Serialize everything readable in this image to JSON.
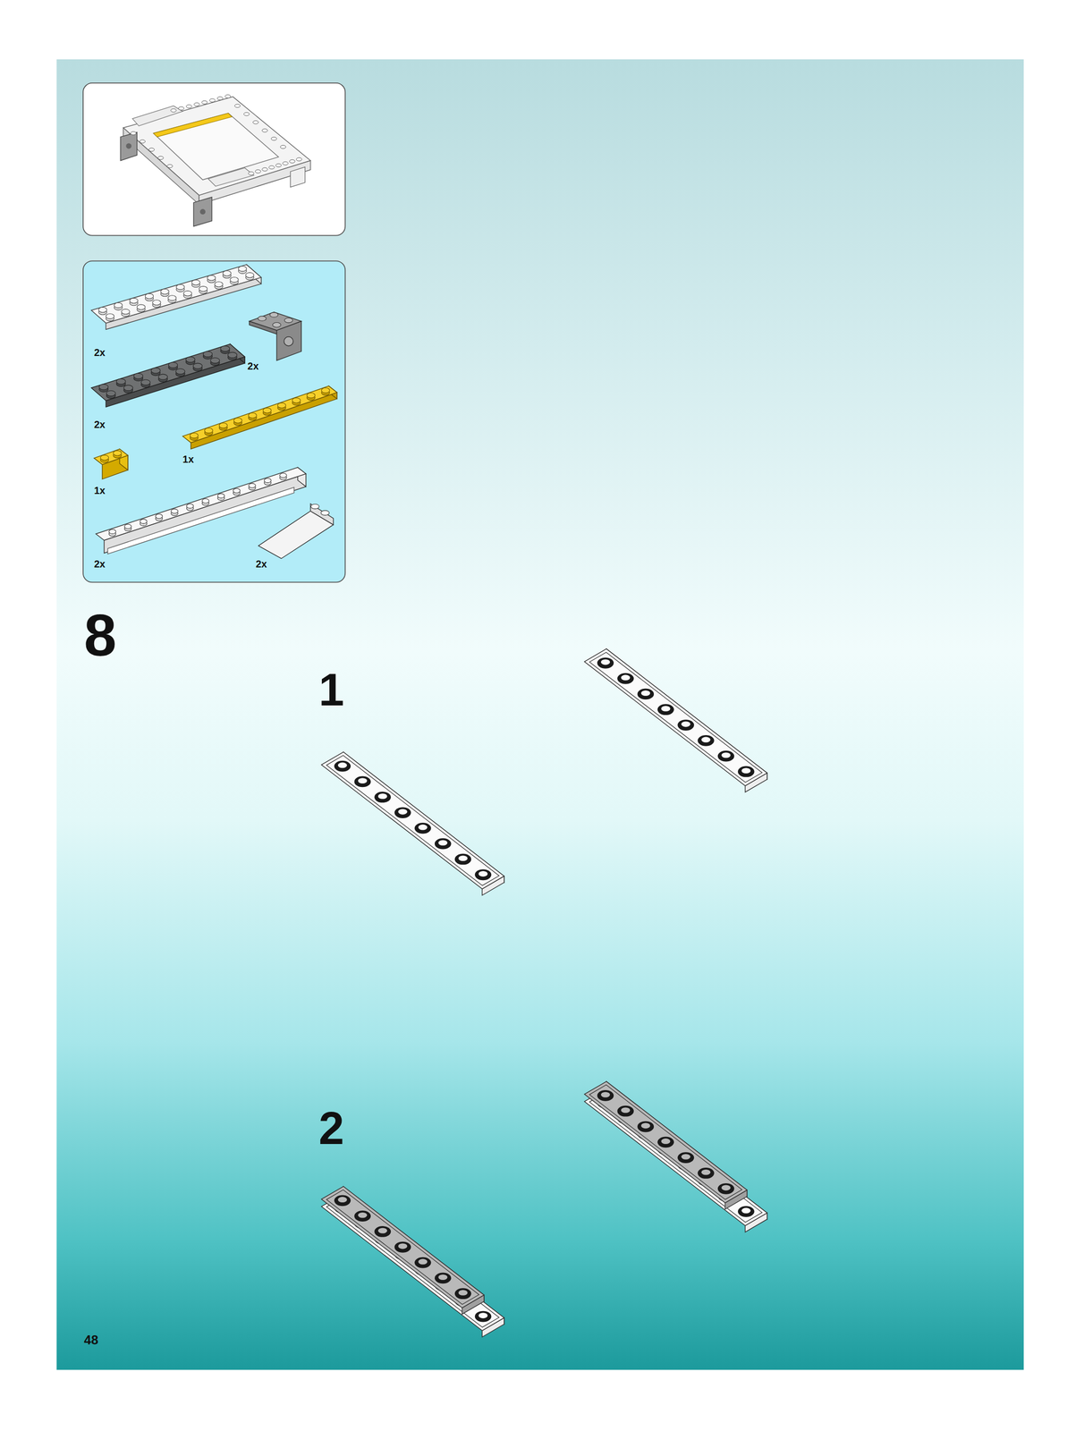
{
  "diagram": {
    "labels": [
      "2x",
      "2x",
      "2x",
      "1x",
      "1x",
      "2x",
      "2x",
      "8",
      "1",
      "2",
      "48"
    ]
  }
}
